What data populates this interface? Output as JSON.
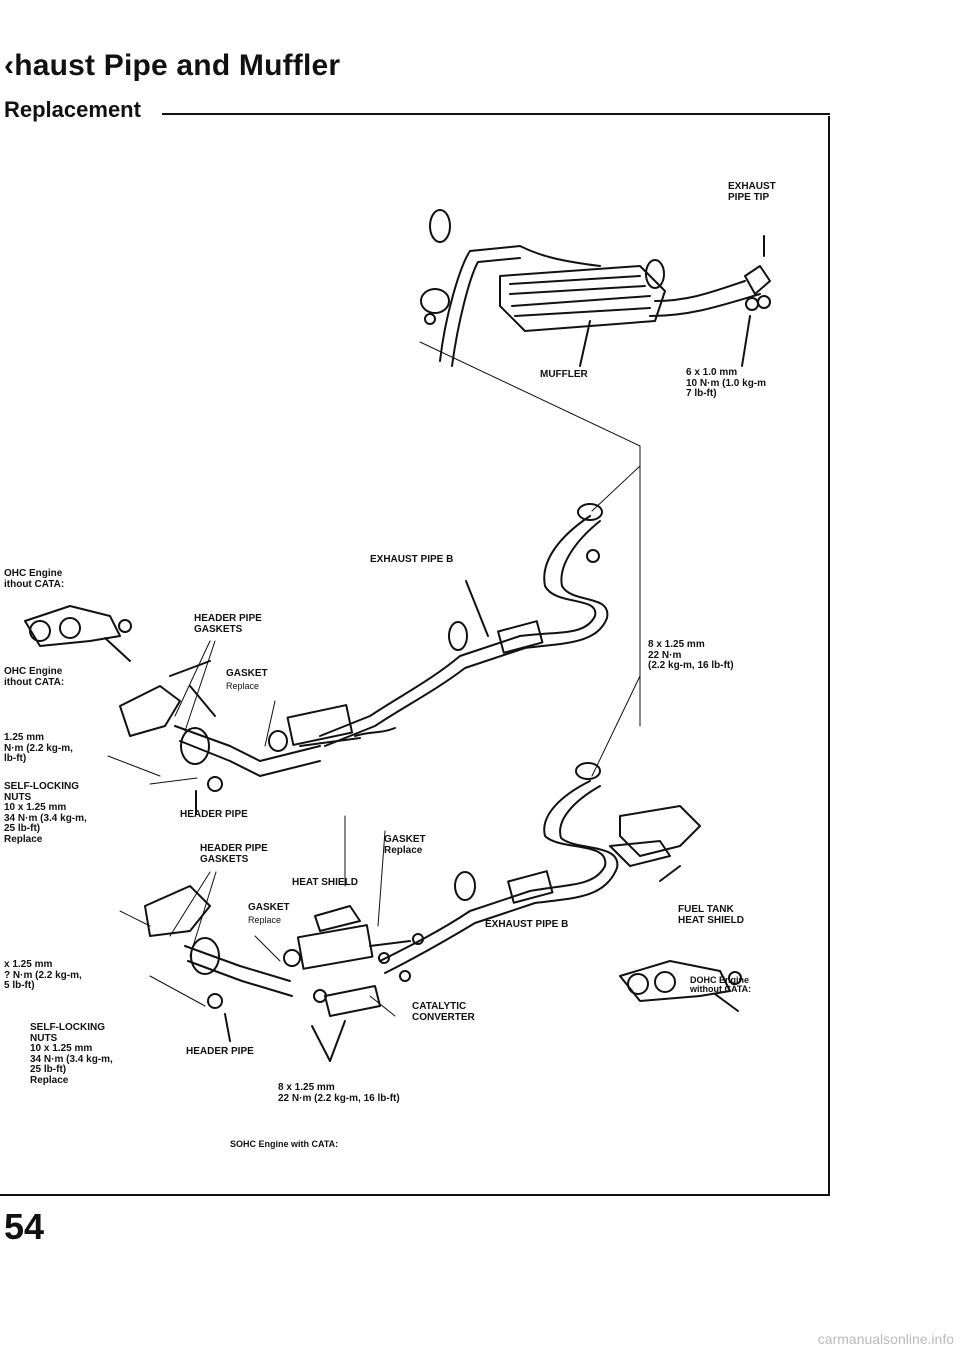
{
  "header": {
    "title": "‹haust Pipe and Muffler",
    "subtitle": "Replacement"
  },
  "labels": {
    "exhaust_pipe_tip": "EXHAUST\nPIPE TIP",
    "muffler": "MUFFLER",
    "torque_6mm": "6 x 1.0 mm\n10 N·m (1.0 kg-m\n7 lb-ft)",
    "exhaust_pipe_b_top": "EXHAUST PIPE B",
    "torque_8mm_right": "8 x 1.25 mm\n22 N·m\n(2.2 kg-m, 16 lb-ft)",
    "ohc_without_cata_1": "OHC Engine\nithout CATA:",
    "header_pipe_gaskets_1": "HEADER PIPE\nGASKETS",
    "ohc_without_cata_2": "OHC Engine\nithout CATA:",
    "gasket_replace_1": "GASKET",
    "replace_1": "Replace",
    "torque_partial_1": "1.25 mm\nN·m (2.2 kg-m,\nlb-ft)",
    "self_locking_1": "SELF-LOCKING\nNUTS\n10 x 1.25 mm\n34 N·m (3.4 kg-m,\n25 lb-ft)\nReplace",
    "header_pipe_1": "HEADER PIPE",
    "header_pipe_gaskets_2": "HEADER PIPE\nGASKETS",
    "gasket_top_right": "GASKET\nReplace",
    "heat_shield": "HEAT SHIELD",
    "gasket_replace_2": "GASKET",
    "replace_2": "Replace",
    "exhaust_pipe_b_bottom": "EXHAUST PIPE B",
    "fuel_tank_heat_shield": "FUEL TANK\nHEAT SHIELD",
    "torque_partial_2": "x 1.25 mm\n? N·m (2.2 kg-m,\n5 lb-ft)",
    "dohc_without_cata": "DOHC Engine\nwithout CATA:",
    "catalytic_converter": "CATALYTIC\nCONVERTER",
    "self_locking_2": "SELF-LOCKING\nNUTS\n10 x 1.25 mm\n34 N·m (3.4 kg-m,\n25 lb-ft)\nReplace",
    "header_pipe_2": "HEADER PIPE",
    "torque_8mm_bottom": "8 x 1.25 mm\n22 N·m (2.2 kg-m, 16 lb-ft)",
    "sohc_with_cata": "SOHC Engine with CATA:"
  },
  "footer": {
    "page_number": "54",
    "watermark": "carmanualsonline.info"
  }
}
